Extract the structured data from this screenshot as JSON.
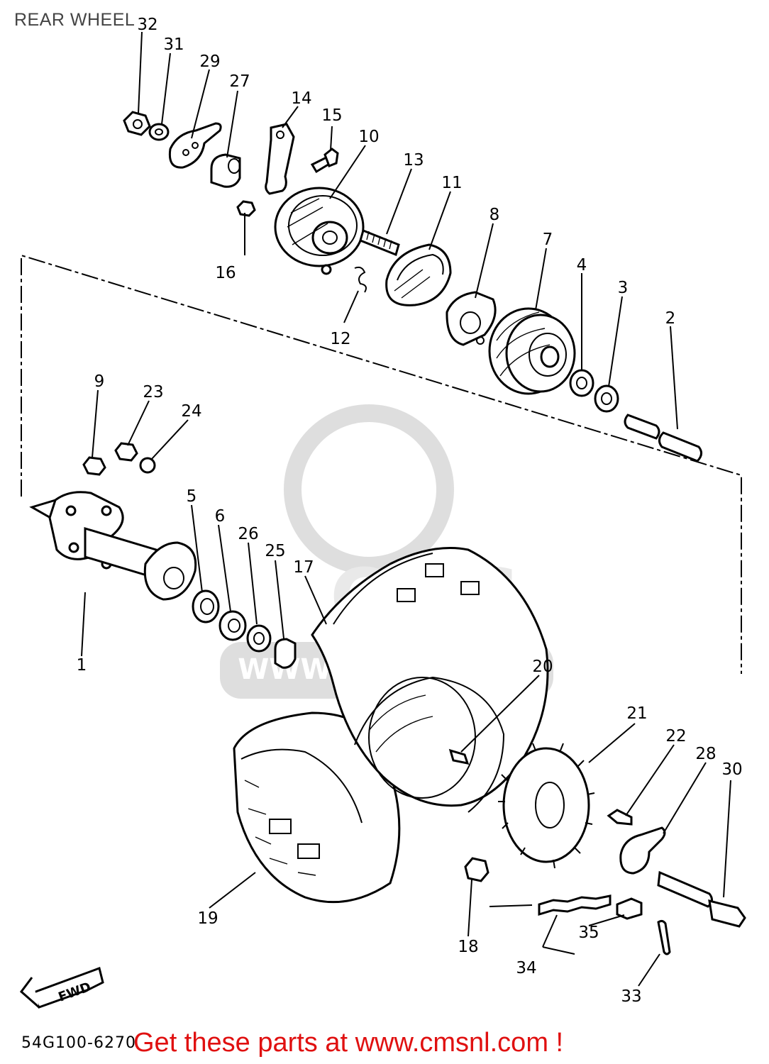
{
  "header": {
    "title": "REAR WHEEL"
  },
  "footer": {
    "drawing_code": "54G100-6270",
    "promo": "Get these parts at www.cmsnl.com !"
  },
  "callouts": [
    {
      "id": "32",
      "label": "32"
    },
    {
      "id": "31",
      "label": "31"
    },
    {
      "id": "29",
      "label": "29"
    },
    {
      "id": "27",
      "label": "27"
    },
    {
      "id": "14",
      "label": "14"
    },
    {
      "id": "15",
      "label": "15"
    },
    {
      "id": "10",
      "label": "10"
    },
    {
      "id": "13",
      "label": "13"
    },
    {
      "id": "11",
      "label": "11"
    },
    {
      "id": "16",
      "label": "16"
    },
    {
      "id": "8",
      "label": "8"
    },
    {
      "id": "7",
      "label": "7"
    },
    {
      "id": "4",
      "label": "4"
    },
    {
      "id": "3",
      "label": "3"
    },
    {
      "id": "2",
      "label": "2"
    },
    {
      "id": "12",
      "label": "12"
    },
    {
      "id": "9",
      "label": "9"
    },
    {
      "id": "23",
      "label": "23"
    },
    {
      "id": "24",
      "label": "24"
    },
    {
      "id": "5",
      "label": "5"
    },
    {
      "id": "6",
      "label": "6"
    },
    {
      "id": "26",
      "label": "26"
    },
    {
      "id": "25",
      "label": "25"
    },
    {
      "id": "17",
      "label": "17"
    },
    {
      "id": "1",
      "label": "1"
    },
    {
      "id": "20",
      "label": "20"
    },
    {
      "id": "21",
      "label": "21"
    },
    {
      "id": "22",
      "label": "22"
    },
    {
      "id": "28",
      "label": "28"
    },
    {
      "id": "30",
      "label": "30"
    },
    {
      "id": "19",
      "label": "19"
    },
    {
      "id": "18",
      "label": "18"
    },
    {
      "id": "35",
      "label": "35"
    },
    {
      "id": "34",
      "label": "34"
    },
    {
      "id": "33",
      "label": "33"
    }
  ],
  "fwd_arrow": {
    "label": "FWD"
  },
  "watermark": {
    "text": "WWW.CMSNL.COM",
    "logo": "CMS"
  }
}
